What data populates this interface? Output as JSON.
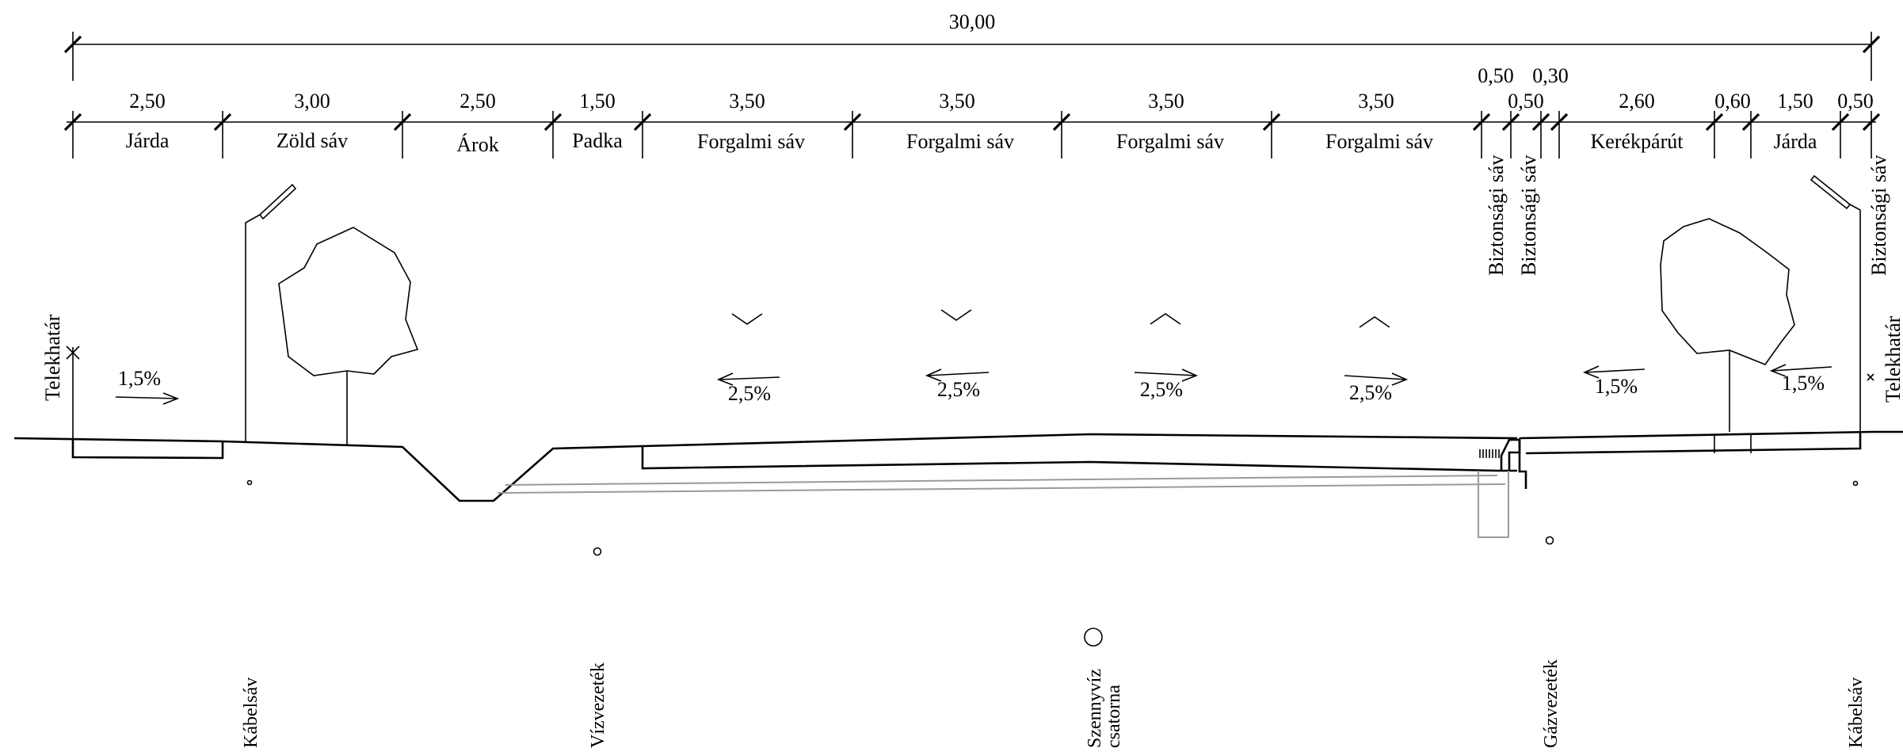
{
  "total_width": "30,00",
  "segments": [
    {
      "width": "2,50",
      "label": "Járda"
    },
    {
      "width": "3,00",
      "label": "Zöld sáv"
    },
    {
      "width": "2,50",
      "label": "Árok"
    },
    {
      "width": "1,50",
      "label": "Padka"
    },
    {
      "width": "3,50",
      "label": "Forgalmi sáv"
    },
    {
      "width": "3,50",
      "label": "Forgalmi sáv"
    },
    {
      "width": "3,50",
      "label": "Forgalmi sáv"
    },
    {
      "width": "3,50",
      "label": "Forgalmi sáv"
    },
    {
      "width": "0,50",
      "label": "Biztonsági sáv"
    },
    {
      "width": "0,50",
      "label": "Biztonsági sáv"
    },
    {
      "width": "0,30",
      "label": ""
    },
    {
      "width": "2,60",
      "label": "Kerékpárút"
    },
    {
      "width": "0,60",
      "label": ""
    },
    {
      "width": "1,50",
      "label": "Járda"
    },
    {
      "width": "0,50",
      "label": "Biztonsági sáv"
    }
  ],
  "property_line_left": "Telekhatár",
  "property_line_right": "Telekhatár",
  "slopes": [
    {
      "value": "1,5%",
      "direction": "right"
    },
    {
      "value": "2,5%",
      "direction": "left"
    },
    {
      "value": "2,5%",
      "direction": "left"
    },
    {
      "value": "2,5%",
      "direction": "right"
    },
    {
      "value": "2,5%",
      "direction": "right"
    },
    {
      "value": "1,5%",
      "direction": "left"
    },
    {
      "value": "1,5%",
      "direction": "left"
    }
  ],
  "utilities": [
    {
      "label": "Kábelsáv"
    },
    {
      "label": "Vízvezeték"
    },
    {
      "label": "Szennyvíz csatorna"
    },
    {
      "label": "Gázvezeték"
    },
    {
      "label": "Kábelsáv"
    }
  ]
}
